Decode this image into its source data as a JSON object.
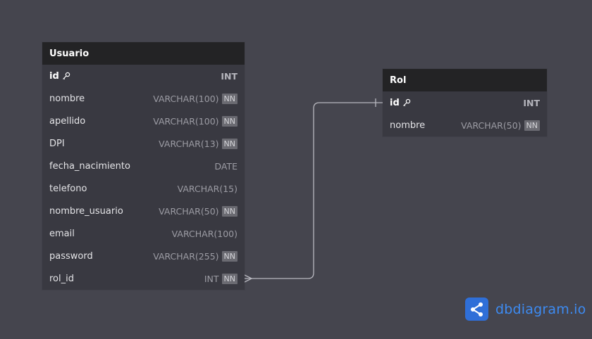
{
  "tables": [
    {
      "name": "Usuario",
      "fields": [
        {
          "name": "id",
          "type": "INT",
          "pk": true,
          "nn": false
        },
        {
          "name": "nombre",
          "type": "VARCHAR(100)",
          "pk": false,
          "nn": true
        },
        {
          "name": "apellido",
          "type": "VARCHAR(100)",
          "pk": false,
          "nn": true
        },
        {
          "name": "DPI",
          "type": "VARCHAR(13)",
          "pk": false,
          "nn": true
        },
        {
          "name": "fecha_nacimiento",
          "type": "DATE",
          "pk": false,
          "nn": false
        },
        {
          "name": "telefono",
          "type": "VARCHAR(15)",
          "pk": false,
          "nn": false
        },
        {
          "name": "nombre_usuario",
          "type": "VARCHAR(50)",
          "pk": false,
          "nn": true
        },
        {
          "name": "email",
          "type": "VARCHAR(100)",
          "pk": false,
          "nn": false
        },
        {
          "name": "password",
          "type": "VARCHAR(255)",
          "pk": false,
          "nn": true
        },
        {
          "name": "rol_id",
          "type": "INT",
          "pk": false,
          "nn": true
        }
      ]
    },
    {
      "name": "Rol",
      "fields": [
        {
          "name": "id",
          "type": "INT",
          "pk": true,
          "nn": false
        },
        {
          "name": "nombre",
          "type": "VARCHAR(50)",
          "pk": false,
          "nn": true
        }
      ]
    }
  ],
  "nn_label": "NN",
  "relationship": {
    "from": "Usuario.rol_id",
    "to": "Rol.id",
    "from_end": "many",
    "to_end": "one"
  },
  "brand": {
    "text": "dbdiagram.io",
    "icon": "share-nodes-icon",
    "color": "#3d8bf2"
  }
}
